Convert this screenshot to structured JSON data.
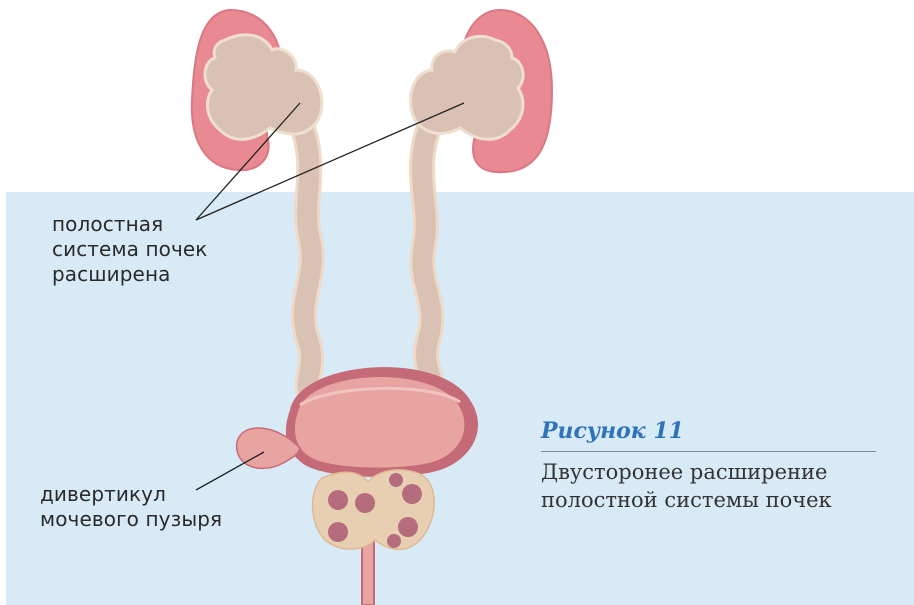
{
  "labels": {
    "kidney_label": [
      "полостная",
      "система почек",
      "расширена"
    ],
    "diverticulum_label": [
      "дивертикул",
      "мочевого пузыря"
    ]
  },
  "caption": {
    "title": "Рисунок 11",
    "lines": [
      "Двусторонее расширение",
      "полостной системы почек"
    ]
  },
  "colors": {
    "panel": "#d8eaf6",
    "kidney_cortex": "#e98a92",
    "pelvis": "#d9c2b4",
    "bladder": "#e8a4a0",
    "bladder_wall": "#c56b78",
    "prostate": "#e9cfb2",
    "nodule": "#b56d7e",
    "caption_accent": "#2f73b8"
  }
}
